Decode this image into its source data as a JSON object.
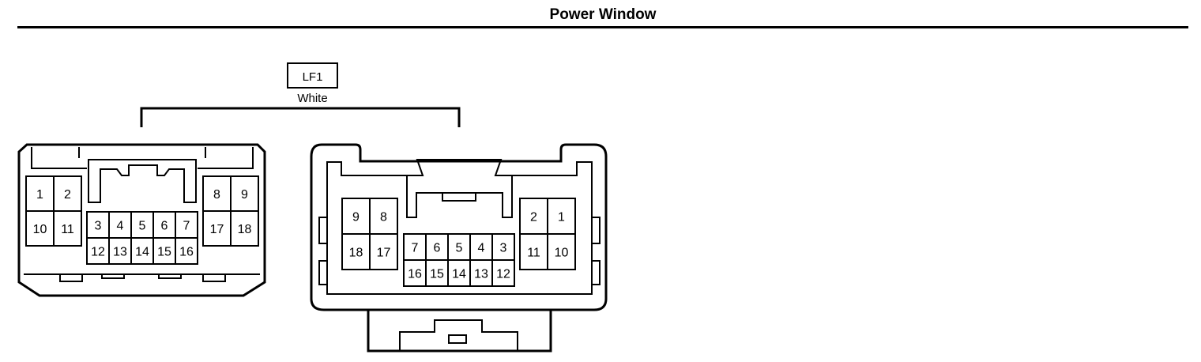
{
  "title": "Power Window",
  "connector": {
    "code": "LF1",
    "color_label": "White"
  },
  "left_connector": {
    "upper_row": [
      "3",
      "4",
      "5",
      "6",
      "7"
    ],
    "lower_row": [
      "12",
      "13",
      "14",
      "15",
      "16"
    ],
    "left_block": [
      [
        "1",
        "2"
      ],
      [
        "10",
        "11"
      ]
    ],
    "right_block": [
      [
        "8",
        "9"
      ],
      [
        "17",
        "18"
      ]
    ]
  },
  "right_connector": {
    "upper_row": [
      "7",
      "6",
      "5",
      "4",
      "3"
    ],
    "lower_row": [
      "16",
      "15",
      "14",
      "13",
      "12"
    ],
    "left_block": [
      [
        "9",
        "8"
      ],
      [
        "18",
        "17"
      ]
    ],
    "right_block": [
      [
        "2",
        "1"
      ],
      [
        "11",
        "10"
      ]
    ]
  },
  "colors": {
    "line": "#000000",
    "background": "#ffffff"
  }
}
